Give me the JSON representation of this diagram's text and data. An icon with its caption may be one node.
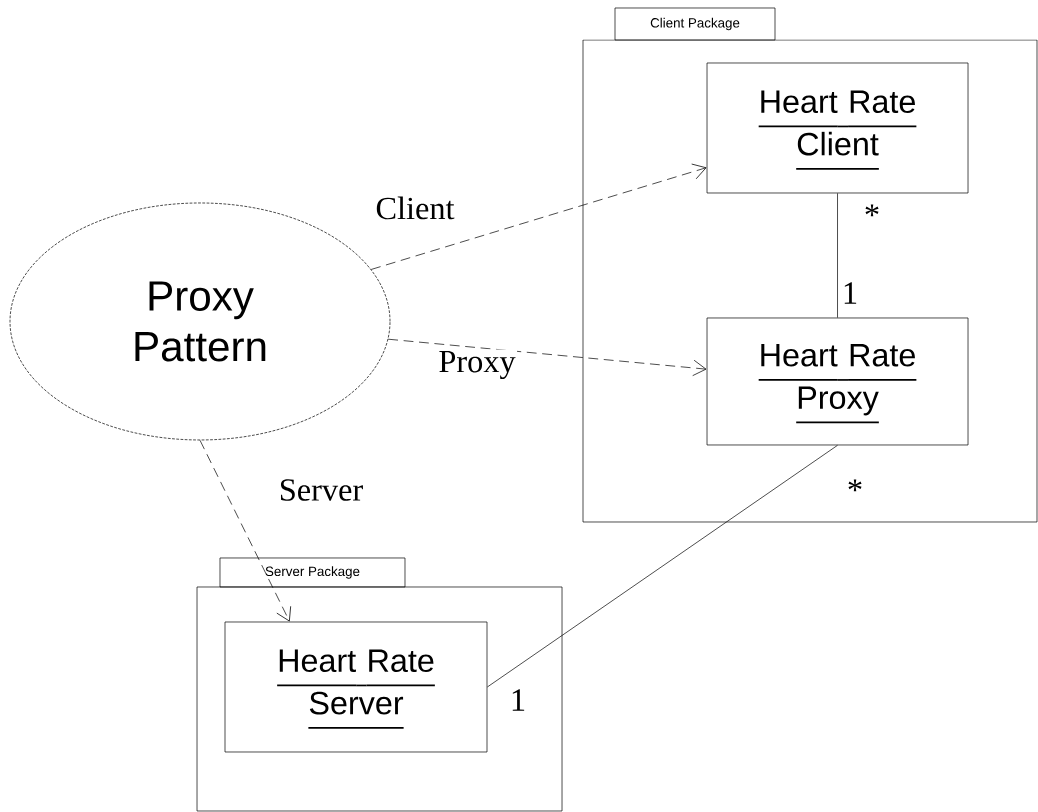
{
  "diagram": {
    "nodes": [
      {
        "text": [
          "Proxy Pattern"
        ]
      },
      {
        "text": [
          "Client Package"
        ]
      },
      {
        "text": [
          "Heart Rate Client"
        ],
        "in": 1
      },
      {
        "text": [
          "Heart Rate Proxy"
        ],
        "in": 1
      },
      {
        "text": [
          "Server Package"
        ]
      },
      {
        "text": [
          "Heart Rate Server"
        ],
        "in": 4
      }
    ],
    "edges": [
      {
        "from": 0,
        "to": 2,
        "arrow": "to",
        "style": "dashed",
        "label": "Client"
      },
      {
        "from": 0,
        "to": 3,
        "arrow": "to",
        "style": "dashed",
        "label": "Proxy"
      },
      {
        "from": 0,
        "to": 5,
        "arrow": "to",
        "style": "dashed",
        "label": "Server"
      },
      {
        "from": 2,
        "to": 3,
        "arrow": "none"
      },
      {
        "from": 3,
        "to": 5,
        "arrow": "none"
      }
    ],
    "labels": [
      "*",
      "1",
      "*",
      "1"
    ]
  }
}
